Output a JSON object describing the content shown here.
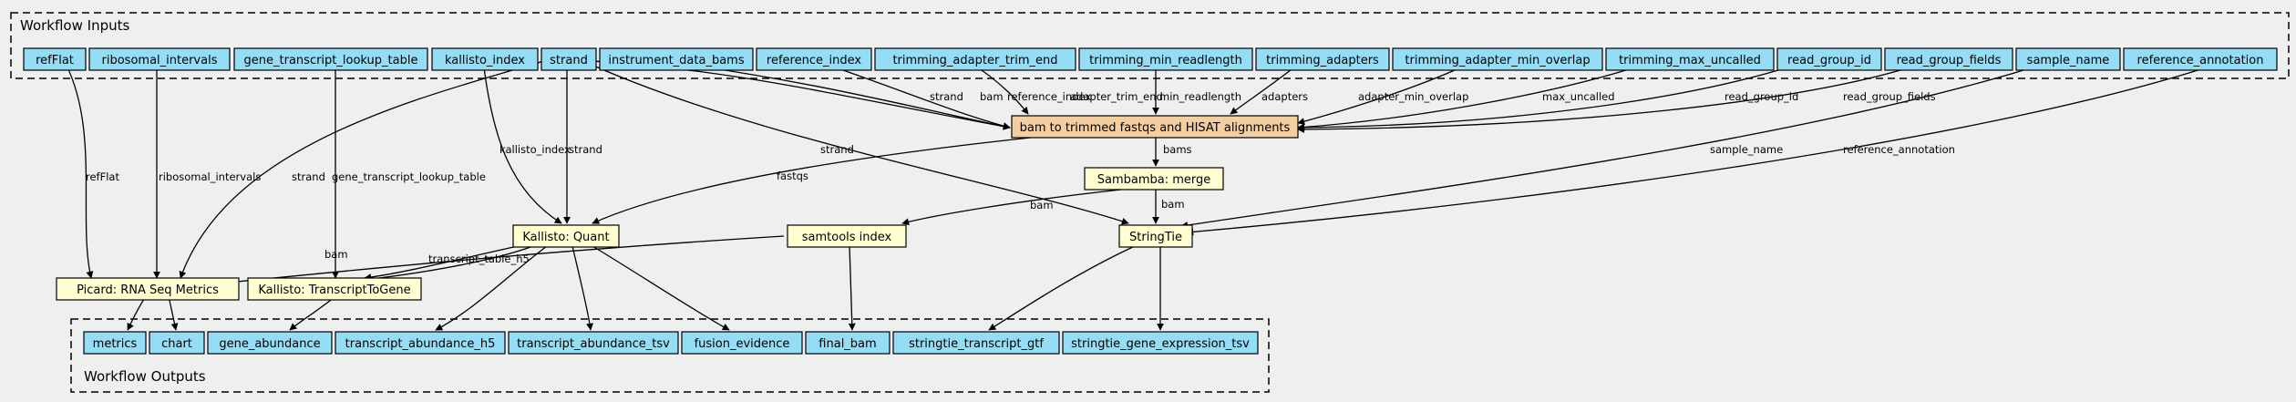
{
  "clusters": {
    "inputs": "Workflow Inputs",
    "outputs": "Workflow Outputs"
  },
  "nodes": {
    "refFlat": "refFlat",
    "ribosomal_intervals": "ribosomal_intervals",
    "gene_transcript_lookup_table": "gene_transcript_lookup_table",
    "kallisto_index": "kallisto_index",
    "strand": "strand",
    "instrument_data_bams": "instrument_data_bams",
    "reference_index": "reference_index",
    "trimming_adapter_trim_end": "trimming_adapter_trim_end",
    "trimming_min_readlength": "trimming_min_readlength",
    "trimming_adapters": "trimming_adapters",
    "trimming_adapter_min_overlap": "trimming_adapter_min_overlap",
    "trimming_max_uncalled": "trimming_max_uncalled",
    "read_group_id": "read_group_id",
    "read_group_fields": "read_group_fields",
    "sample_name": "sample_name",
    "reference_annotation": "reference_annotation",
    "bam_to_trimmed": "bam to trimmed fastqs and HISAT alignments",
    "sambamba_merge": "Sambamba: merge",
    "samtools_index": "samtools index",
    "stringtie": "StringTie",
    "kallisto_quant": "Kallisto: Quant",
    "picard": "Picard: RNA Seq Metrics",
    "kallisto_t2g": "Kallisto: TranscriptToGene",
    "metrics": "metrics",
    "chart": "chart",
    "gene_abundance": "gene_abundance",
    "transcript_abundance_h5": "transcript_abundance_h5",
    "transcript_abundance_tsv": "transcript_abundance_tsv",
    "fusion_evidence": "fusion_evidence",
    "final_bam": "final_bam",
    "stringtie_transcript_gtf": "stringtie_transcript_gtf",
    "stringtie_gene_expression_tsv": "stringtie_gene_expression_tsv"
  },
  "edge_labels": {
    "strand_bam_to_trimmed": "strand",
    "instrument_bam": "bam",
    "reference_index": "reference_index",
    "adapter_trim_end": "adapter_trim_end",
    "min_readlength": "min_readlength",
    "adapters": "adapters",
    "adapter_min_overlap": "adapter_min_overlap",
    "max_uncalled": "max_uncalled",
    "read_group_id": "read_group_id",
    "read_group_fields": "read_group_fields",
    "refFlat": "refFlat",
    "ribosomal_intervals": "ribosomal_intervals",
    "strand_picard": "strand",
    "gene_transcript_lookup_table": "gene_transcript_lookup_table",
    "kallisto_index": "kallisto_index",
    "strand_kallisto": "strand",
    "strand_stringtie": "strand",
    "fastqs": "fastqs",
    "bams": "bams",
    "sample_name": "sample_name",
    "reference_annotation": "reference_annotation",
    "bam_samtools": "bam",
    "bam_stringtie": "bam",
    "bam_picard": "bam",
    "transcript_table_h5": "transcript_table_h5"
  },
  "colors": {
    "background": "#efefef",
    "input_fill": "#94ddf4",
    "output_fill": "#94ddf4",
    "tool_fill": "#ffffd2",
    "subworkflow_fill": "#f3cea1",
    "stroke": "#000000"
  }
}
